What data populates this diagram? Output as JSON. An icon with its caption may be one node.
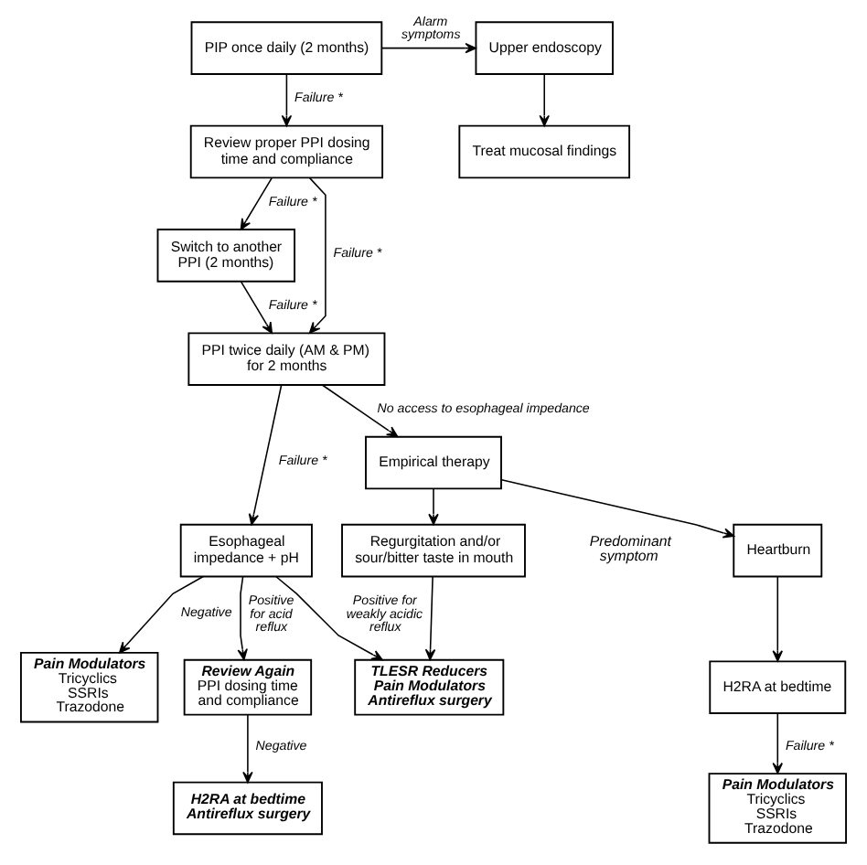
{
  "diagram": {
    "nodes": [
      {
        "text": [
          "PIP once daily (2 months)"
        ]
      },
      {
        "text": [
          "Upper endoscopy"
        ]
      },
      {
        "text": [
          "Review proper PPI dosing time and compliance"
        ]
      },
      {
        "text": [
          "Treat mucosal findings"
        ]
      },
      {
        "text": [
          "Switch to another PPI (2 months)"
        ]
      },
      {
        "text": [
          "PPI twice daily (AM & PM) for 2 months"
        ]
      },
      {
        "text": [
          "Esophageal impedance + pH"
        ]
      },
      {
        "text": [
          "Empirical therapy"
        ]
      },
      {
        "text": [
          "Regurgitation and/or sour/bitter taste in mouth"
        ]
      },
      {
        "text": [
          "Heartburn"
        ]
      },
      {
        "text": [
          "Pain Modulators",
          "Tricyclics",
          "SSRIs",
          "Trazodone"
        ]
      },
      {
        "text": [
          "Review Again",
          "PPI dosing time and compliance"
        ]
      },
      {
        "text": [
          "TLESR Reducers",
          "Pain Modulators",
          "Antireflux surgery"
        ]
      },
      {
        "text": [
          "H2RA at bedtime"
        ]
      },
      {
        "text": [
          "H2RA at bedtime",
          "Antireflux surgery"
        ]
      },
      {
        "text": [
          "Pain Modulators",
          "Tricyclics",
          "SSRIs",
          "Trazodone"
        ]
      }
    ],
    "edges": [
      {
        "from": 0,
        "to": 1,
        "arrow": "to",
        "label": "Alarm symptoms"
      },
      {
        "from": 1,
        "to": 3,
        "arrow": "to"
      },
      {
        "from": 0,
        "to": 2,
        "arrow": "to",
        "label": "Failure *"
      },
      {
        "from": 2,
        "to": 4,
        "arrow": "to",
        "label": "Failure *"
      },
      {
        "from": 2,
        "to": 5,
        "arrow": "to",
        "label": "Failure *"
      },
      {
        "from": 4,
        "to": 5,
        "arrow": "to",
        "label": "Failure *"
      },
      {
        "from": 5,
        "to": 6,
        "arrow": "to",
        "label": "Failure *"
      },
      {
        "from": 5,
        "to": 7,
        "arrow": "to",
        "label": "No access to esophageal impedance"
      },
      {
        "from": 6,
        "to": 10,
        "arrow": "to",
        "label": "Negative"
      },
      {
        "from": 6,
        "to": 11,
        "arrow": "to",
        "label": "Positive for acid reflux"
      },
      {
        "from": 6,
        "to": 12,
        "arrow": "to",
        "label": "Positive for weakly acidic reflux"
      },
      {
        "from": 7,
        "to": 8,
        "arrow": "to"
      },
      {
        "from": 7,
        "to": 9,
        "arrow": "to"
      },
      {
        "from": 8,
        "to": 12,
        "arrow": "to"
      },
      {
        "from": 11,
        "to": 14,
        "arrow": "to",
        "label": "Negative"
      },
      {
        "from": 9,
        "to": 13,
        "arrow": "to"
      },
      {
        "from": 13,
        "to": 15,
        "arrow": "to",
        "label": "Failure *"
      }
    ],
    "labels": [
      "Predominant symptom"
    ]
  }
}
